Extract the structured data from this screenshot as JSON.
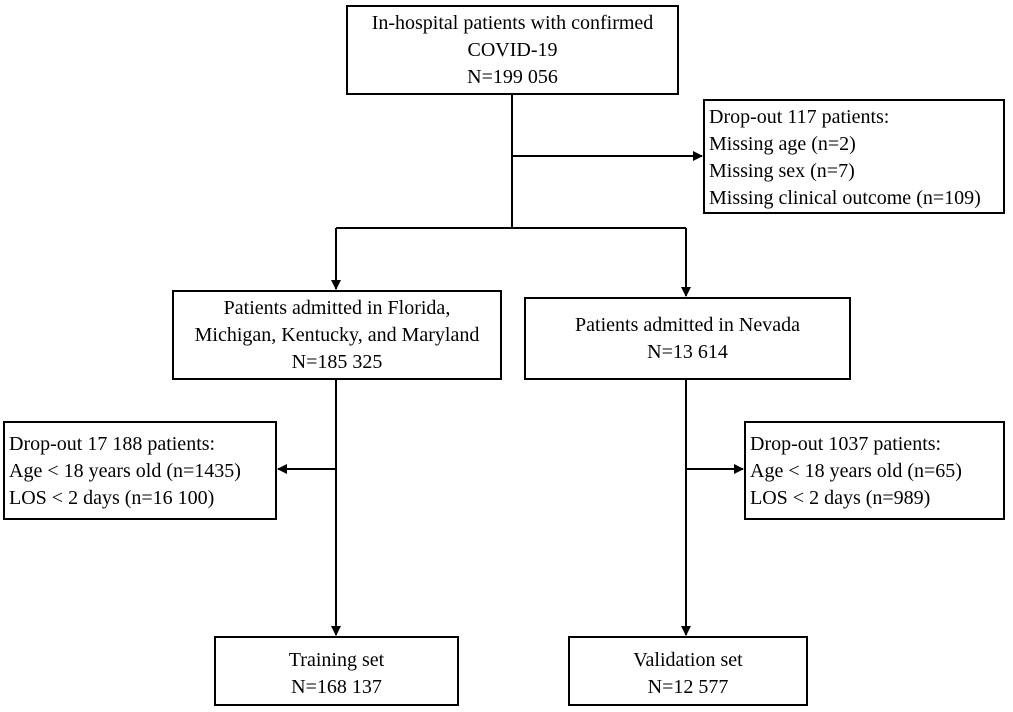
{
  "boxes": {
    "root": {
      "lines": [
        "In-hospital patients with confirmed",
        "COVID-19",
        "N=199 056"
      ]
    },
    "dropout_top": {
      "lines": [
        "Drop-out 117 patients:",
        "Missing age (n=2)",
        "Missing sex (n=7)",
        "Missing clinical outcome (n=109)"
      ]
    },
    "florida_group": {
      "lines": [
        "Patients admitted in Florida,",
        "Michigan, Kentucky, and Maryland",
        "N=185 325"
      ]
    },
    "nevada_group": {
      "lines": [
        "Patients admitted in Nevada",
        "N=13 614"
      ]
    },
    "dropout_left": {
      "lines": [
        "Drop-out 17 188 patients:",
        "Age < 18 years old (n=1435)",
        "LOS < 2 days (n=16 100)"
      ]
    },
    "dropout_right": {
      "lines": [
        "Drop-out 1037 patients:",
        "Age < 18 years old (n=65)",
        "LOS < 2 days (n=989)"
      ]
    },
    "training": {
      "lines": [
        "Training set",
        "N=168 137"
      ]
    },
    "validation": {
      "lines": [
        "Validation set",
        "N=12 577"
      ]
    }
  }
}
